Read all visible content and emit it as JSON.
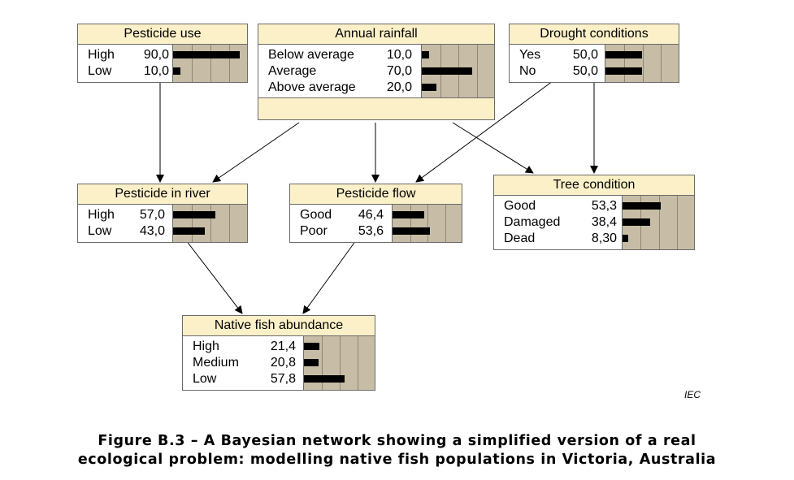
{
  "nodes": [
    {
      "id": "pesticide-use",
      "title": "Pesticide use",
      "states": [
        {
          "label": "High",
          "value": "90,0",
          "probability": 90.0
        },
        {
          "label": "Low",
          "value": "10,0",
          "probability": 10.0
        }
      ]
    },
    {
      "id": "annual-rainfall",
      "title": "Annual rainfall",
      "states": [
        {
          "label": "Below average",
          "value": "10,0",
          "probability": 10.0
        },
        {
          "label": "Average",
          "value": "70,0",
          "probability": 70.0
        },
        {
          "label": "Above average",
          "value": "20,0",
          "probability": 20.0
        }
      ]
    },
    {
      "id": "drought-conditions",
      "title": "Drought conditions",
      "states": [
        {
          "label": "Yes",
          "value": "50,0",
          "probability": 50.0
        },
        {
          "label": "No",
          "value": "50,0",
          "probability": 50.0
        }
      ]
    },
    {
      "id": "pesticide-in-river",
      "title": "Pesticide in river",
      "states": [
        {
          "label": "High",
          "value": "57,0",
          "probability": 57.0
        },
        {
          "label": "Low",
          "value": "43,0",
          "probability": 43.0
        }
      ]
    },
    {
      "id": "pesticide-flow",
      "title": "Pesticide flow",
      "states": [
        {
          "label": "Good",
          "value": "46,4",
          "probability": 46.4
        },
        {
          "label": "Poor",
          "value": "53,6",
          "probability": 53.6
        }
      ]
    },
    {
      "id": "tree-condition",
      "title": "Tree condition",
      "states": [
        {
          "label": "Good",
          "value": "53,3",
          "probability": 53.3
        },
        {
          "label": "Damaged",
          "value": "38,4",
          "probability": 38.4
        },
        {
          "label": "Dead",
          "value": "8,30",
          "probability": 8.3
        }
      ]
    },
    {
      "id": "native-fish-abundance",
      "title": "Native fish abundance",
      "states": [
        {
          "label": "High",
          "value": "21,4",
          "probability": 21.4
        },
        {
          "label": "Medium",
          "value": "20,8",
          "probability": 20.8
        },
        {
          "label": "Low",
          "value": "57,8",
          "probability": 57.8
        }
      ]
    }
  ],
  "edges": [
    {
      "from": "pesticide-use",
      "to": "pesticide-in-river"
    },
    {
      "from": "annual-rainfall",
      "to": "pesticide-in-river"
    },
    {
      "from": "annual-rainfall",
      "to": "pesticide-flow"
    },
    {
      "from": "annual-rainfall",
      "to": "tree-condition"
    },
    {
      "from": "drought-conditions",
      "to": "pesticide-flow"
    },
    {
      "from": "drought-conditions",
      "to": "tree-condition"
    },
    {
      "from": "pesticide-in-river",
      "to": "native-fish-abundance"
    },
    {
      "from": "pesticide-flow",
      "to": "native-fish-abundance"
    }
  ],
  "source_mark": "IEC",
  "caption": {
    "line1": "Figure B.3 – A Bayesian network showing a simplified version of a real",
    "line2": "ecological problem: modelling native fish populations in Victoria, Australia"
  }
}
